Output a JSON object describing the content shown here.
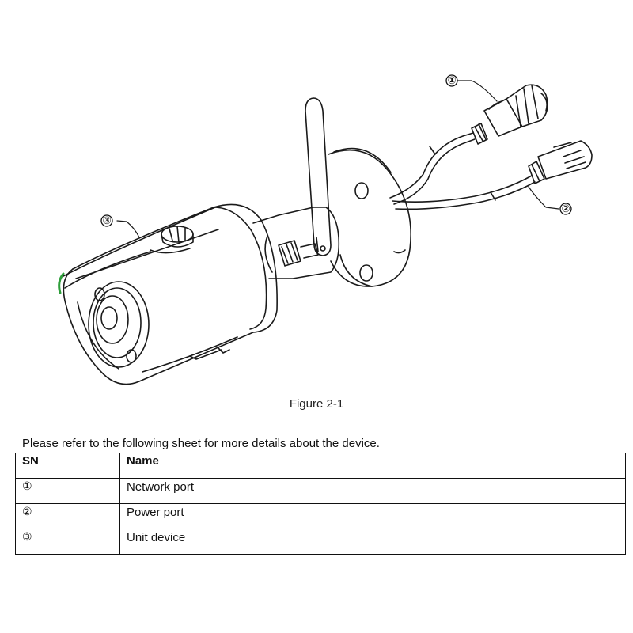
{
  "figure": {
    "caption": "Figure 2-1",
    "callouts": [
      "①",
      "②",
      "③"
    ]
  },
  "sheet": {
    "intro": "Please refer to the following sheet for more details about the device.",
    "headers": {
      "sn": "SN",
      "name": "Name"
    },
    "rows": [
      {
        "sn": "①",
        "name": "Network port"
      },
      {
        "sn": "②",
        "name": "Power port"
      },
      {
        "sn": "③",
        "name": "Unit device"
      }
    ]
  }
}
